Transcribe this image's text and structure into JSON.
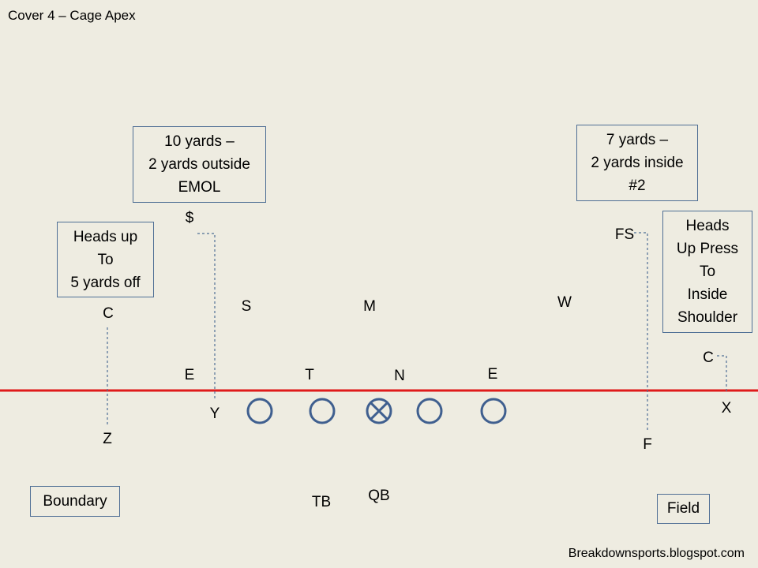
{
  "title": "Cover 4 – Cage Apex",
  "credit": "Breakdownsports.blogspot.com",
  "colors": {
    "background": "#EEECE1",
    "line_of_scrimmage": "#E01B1B",
    "offensive_line": "#3F5F8F",
    "note_border": "#4F6F95",
    "dash": "#4F6F95"
  },
  "defense": {
    "boundary_corner": "C",
    "safety_dollar": "$",
    "strong_side": "S",
    "mike": "M",
    "will": "W",
    "free_safety": "FS",
    "field_corner": "C",
    "end_left": "E",
    "tackle": "T",
    "nose": "N",
    "end_right": "E"
  },
  "offense": {
    "split_end": "Z",
    "tight_end": "Y",
    "tailback": "TB",
    "quarterback": "QB",
    "flanker": "F",
    "wide_receiver": "X"
  },
  "notes": {
    "boundary_corner": [
      "Heads up",
      "To",
      "5 yards off"
    ],
    "boundary_safety": [
      "10 yards –",
      "2 yards outside",
      "EMOL"
    ],
    "field_safety": [
      "7 yards –",
      "2 yards inside",
      "#2"
    ],
    "field_corner": [
      "Heads",
      "Up Press",
      "To",
      "Inside",
      "Shoulder"
    ]
  },
  "tags": {
    "boundary": "Boundary",
    "field": "Field"
  }
}
